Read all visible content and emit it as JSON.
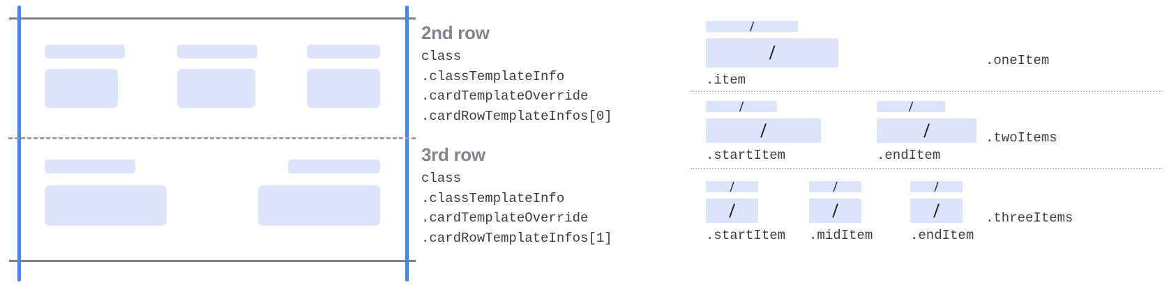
{
  "colors": {
    "placeholder_fill": "#dbe4f9",
    "guide_blue": "#4285f4",
    "rule_gray": "#7f8184",
    "dash_gray": "#9aa0a6",
    "title_gray": "#80868b",
    "code_text": "#3c4043"
  },
  "left_diagram": {
    "row2": {
      "cells": [
        {
          "label_placeholder": "",
          "body_placeholder": ""
        },
        {
          "label_placeholder": "",
          "body_placeholder": ""
        },
        {
          "label_placeholder": "",
          "body_placeholder": ""
        }
      ]
    },
    "row3": {
      "cells": [
        {
          "label_placeholder": "",
          "body_placeholder": ""
        },
        {
          "label_placeholder": "",
          "body_placeholder": ""
        }
      ]
    }
  },
  "rows": [
    {
      "title": "2nd row",
      "code_lines": [
        "class",
        ".classTemplateInfo",
        ".cardTemplateOverride",
        ".cardRowTemplateInfos[0]"
      ]
    },
    {
      "title": "3rd row",
      "code_lines": [
        "class",
        ".classTemplateInfo",
        ".cardTemplateOverride",
        ".cardRowTemplateInfos[1]"
      ]
    }
  ],
  "right_diagram": {
    "slash_glyph": "/",
    "variants": [
      {
        "name": ".oneItem",
        "slots": [
          {
            "caption": ".item"
          }
        ]
      },
      {
        "name": ".twoItems",
        "slots": [
          {
            "caption": ".startItem"
          },
          {
            "caption": ".endItem"
          }
        ]
      },
      {
        "name": ".threeItems",
        "slots": [
          {
            "caption": ".startItem"
          },
          {
            "caption": ".midItem"
          },
          {
            "caption": ".endItem"
          }
        ]
      }
    ]
  }
}
